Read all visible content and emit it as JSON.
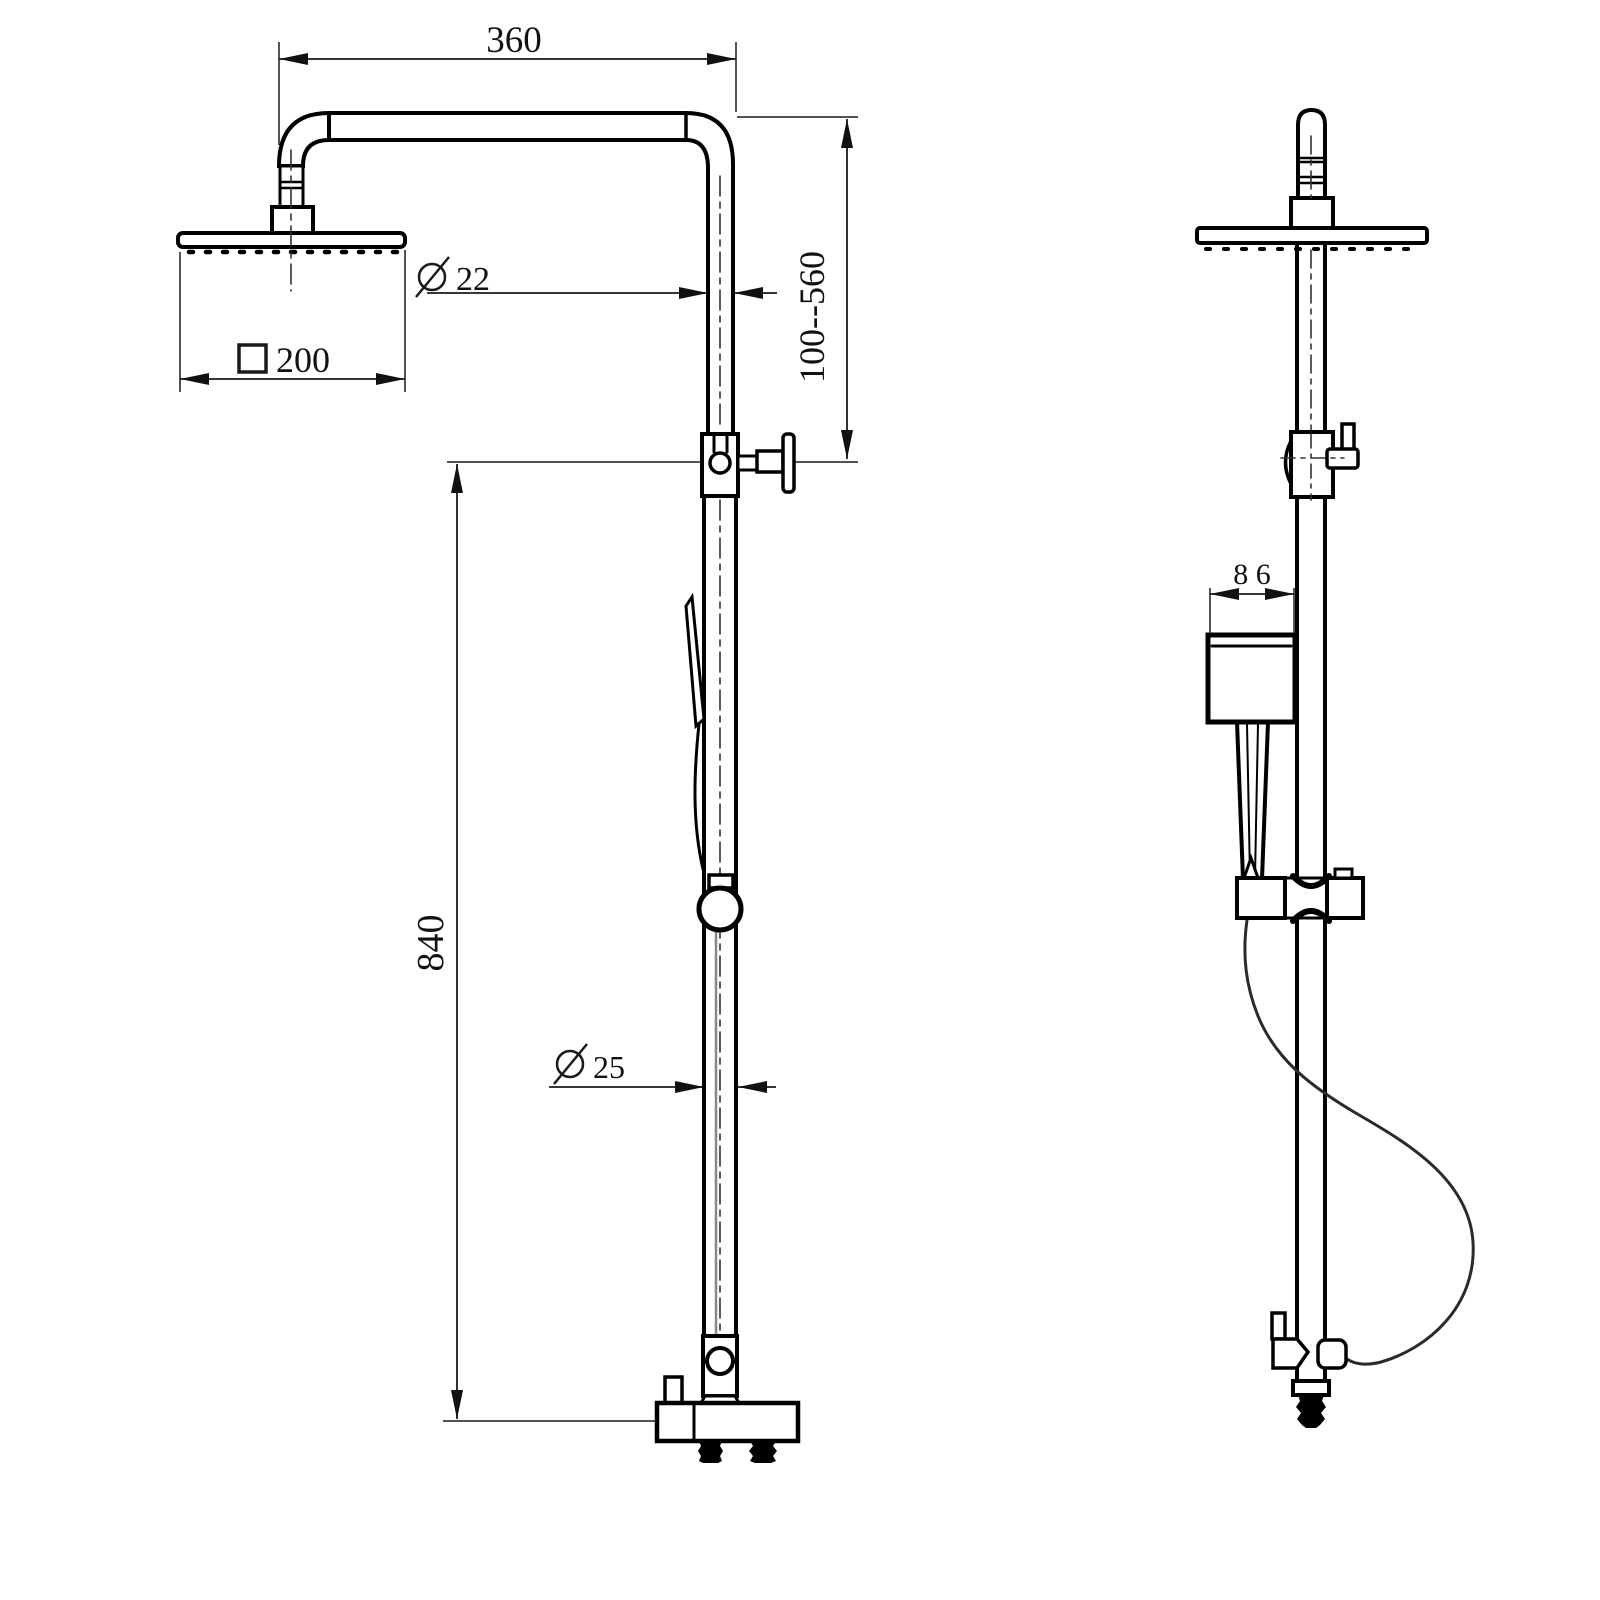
{
  "drawing": {
    "kind": "technical-dimension-drawing",
    "subject": "shower column with overhead rain shower, diverter and hand shower (front view and side view)",
    "background_color": "#ffffff",
    "line_color": "#000000",
    "dimension_line_color": "#1a1a1a",
    "hose_color": "#2a2a2a",
    "dimensions": {
      "arm_length": {
        "value": "360"
      },
      "upper_pipe_diameter": {
        "symbol": "Ø",
        "value": "22"
      },
      "height_range": {
        "value": "100--560"
      },
      "head_width": {
        "symbol": "□",
        "value": "200"
      },
      "column_height": {
        "value": "840"
      },
      "lower_pipe_diameter": {
        "symbol": "Ø",
        "value": "25"
      },
      "hand_shower_width": {
        "value": "8 6"
      }
    }
  }
}
